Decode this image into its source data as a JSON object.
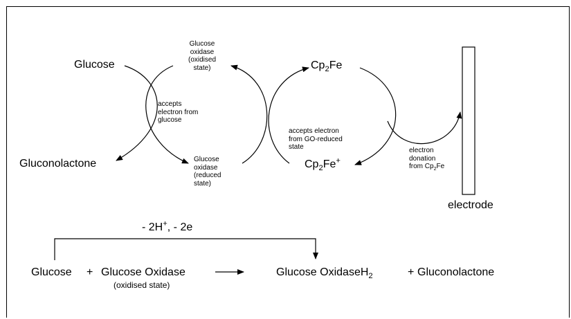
{
  "cycle": {
    "glucose": "Glucose",
    "gluconolactone": "Gluconolactone",
    "go_oxidised": [
      "Glucose",
      "oxidase",
      "(oxidised",
      "state)"
    ],
    "go_accepts": [
      "accepts",
      "electron from",
      "glucose"
    ],
    "go_reduced": [
      "Glucose",
      "oxidase",
      "(reduced",
      "state)"
    ],
    "ferrocene": {
      "base": "Cp",
      "sub": "2",
      "tail": "Fe"
    },
    "ferrocenium": {
      "base": "Cp",
      "sub": "2",
      "tail": "Fe",
      "sup": "+"
    },
    "fc_accepts": [
      "accepts electron",
      "from GO-reduced",
      "state"
    ],
    "donation": [
      "electron",
      "donation",
      "from Cp",
      "2",
      "Fe"
    ],
    "electrode": "electrode"
  },
  "equation": {
    "above_arrow": "- 2H",
    "above_arrow_sup": "+",
    "above_arrow_tail": ", - 2e",
    "reactant1": "Glucose",
    "plus1": "+",
    "reactant2": "Glucose Oxidase",
    "reactant2_note": "(oxidised state)",
    "product1": "Glucose OxidaseH",
    "product1_sub": "2",
    "plus2": "+",
    "product2": "Gluconolactone"
  }
}
